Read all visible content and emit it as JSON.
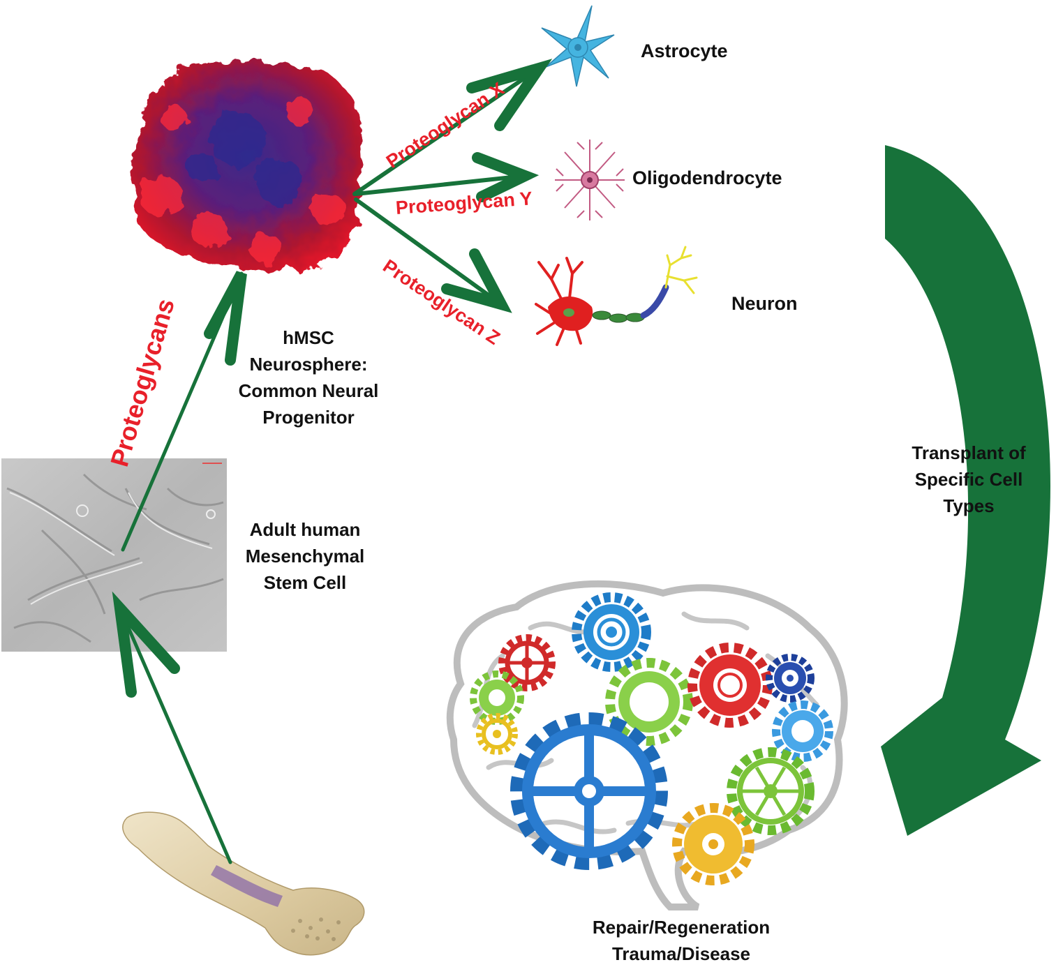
{
  "colors": {
    "arrow_green": "#17723a",
    "proteoglycan_red": "#e8202a",
    "label_black": "#111111"
  },
  "labels": {
    "astrocyte": "Astrocyte",
    "oligodendrocyte": "Oligodendrocyte",
    "neuron": "Neuron",
    "neurosphere": [
      "hMSC",
      "Neurosphere:",
      "Common Neural",
      "Progenitor"
    ],
    "msc": [
      "Adult human",
      "Mesenchymal",
      "Stem Cell"
    ],
    "transplant": [
      "Transplant of",
      "Specific Cell",
      "Types"
    ],
    "repair": [
      "Repair/Regeneration",
      "Trauma/Disease"
    ]
  },
  "proteoglycans": {
    "main": "Proteoglycans",
    "x": "Proteoglycan X",
    "y": "Proteoglycan Y",
    "z": "Proteoglycan Z"
  },
  "icons": {
    "neurosphere": "neurosphere-image",
    "msc_culture": "cell-culture-micrograph",
    "bone": "femur-bone-icon",
    "astrocyte": "astrocyte-icon",
    "oligodendrocyte": "oligodendrocyte-icon",
    "neuron": "neuron-icon",
    "brain": "brain-gears-icon"
  }
}
